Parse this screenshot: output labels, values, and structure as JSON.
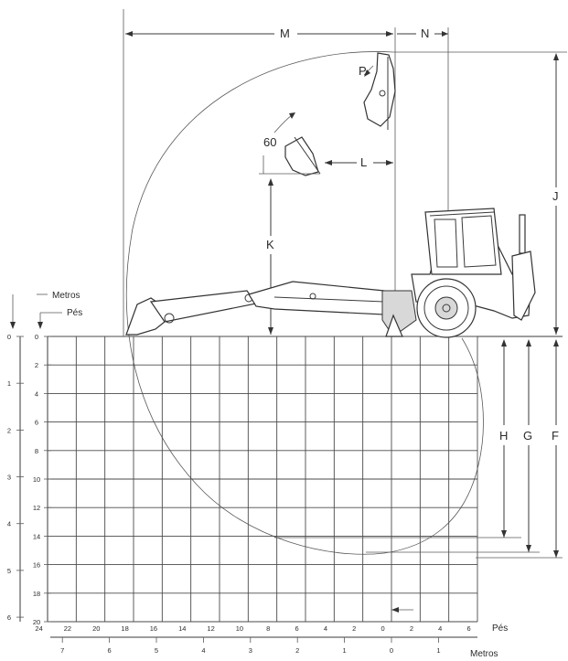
{
  "dimension_labels": {
    "M": "M",
    "N": "N",
    "P": "P",
    "L": "L",
    "K": "K",
    "J": "J",
    "H": "H",
    "G": "G",
    "F": "F",
    "angle": "60"
  },
  "axes": {
    "vertical_metros_label": "Metros",
    "vertical_pes_label": "Pés",
    "horizontal_pes_label": "Pés",
    "horizontal_metros_label": "Metros",
    "vertical_metros_ticks": [
      "0",
      "1",
      "2",
      "3",
      "4",
      "5",
      "6"
    ],
    "vertical_pes_ticks": [
      "0",
      "2",
      "4",
      "6",
      "8",
      "10",
      "12",
      "14",
      "16",
      "18",
      "20"
    ],
    "horizontal_pes_ticks": [
      "24",
      "22",
      "20",
      "18",
      "16",
      "14",
      "12",
      "10",
      "8",
      "6",
      "4",
      "2",
      "0",
      "2",
      "4",
      "6"
    ],
    "horizontal_metros_ticks": [
      "7",
      "6",
      "5",
      "4",
      "3",
      "2",
      "1",
      "0",
      "1"
    ]
  },
  "colors": {
    "ink": "#2b2b2b",
    "paper": "#ffffff"
  }
}
